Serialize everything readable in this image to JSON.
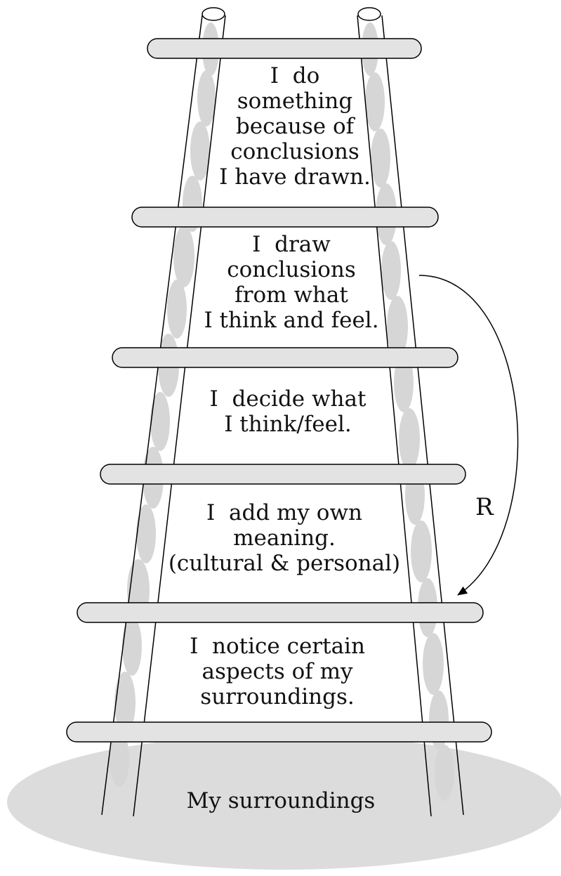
{
  "diagram": {
    "rungs": [
      {
        "id": "act",
        "text": "I  do\nsomething\nbecause of\nconclusions\nI have drawn."
      },
      {
        "id": "conclude",
        "text": "I  draw\nconclusions\nfrom what\nI think and feel."
      },
      {
        "id": "decide",
        "text": "I  decide what\nI think/feel."
      },
      {
        "id": "meaning",
        "text": "I  add my own\nmeaning.\n(cultural & personal)"
      },
      {
        "id": "notice",
        "text": "I  notice certain\naspects of my\nsurroundings."
      }
    ],
    "ground": {
      "text": "My surroundings"
    },
    "loop_label": "R"
  },
  "colors": {
    "rung_fill": "#e3e3e3",
    "ground_fill": "#dcdcdc",
    "stroke": "#000000",
    "rail_texture": "#d6d6d6"
  }
}
